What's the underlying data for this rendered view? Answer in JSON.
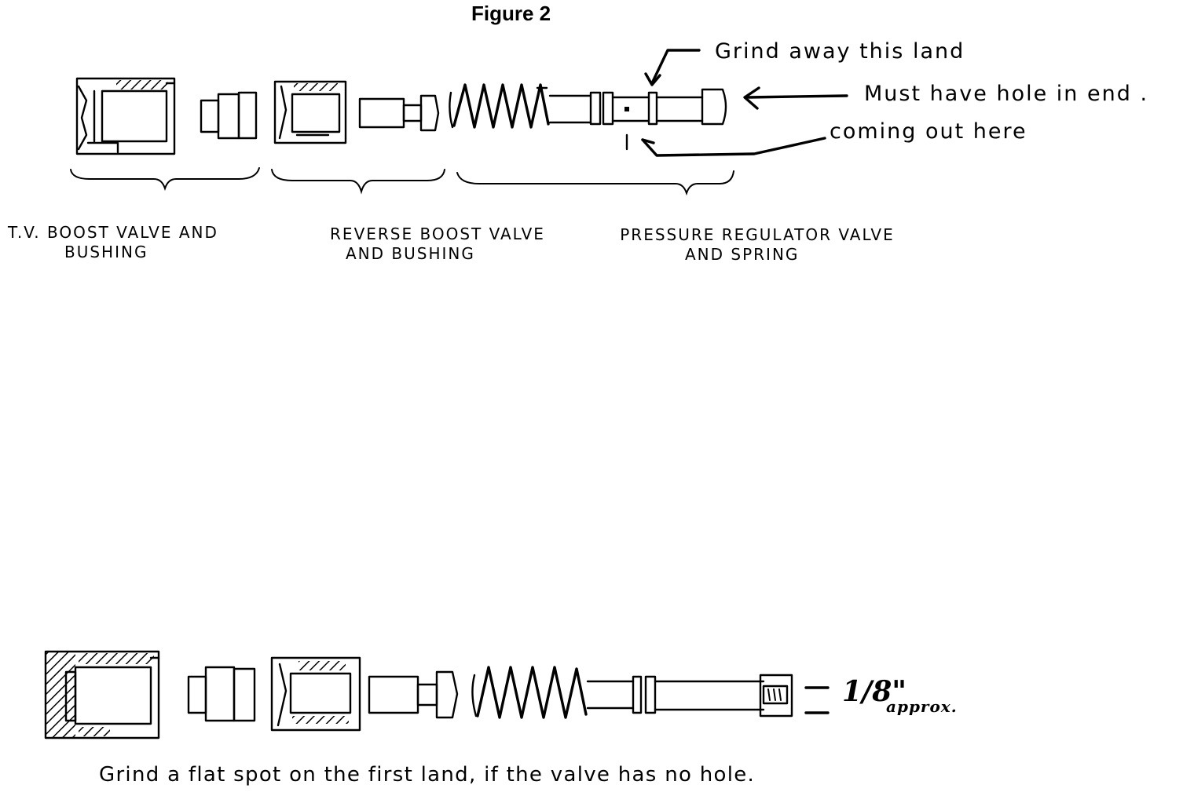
{
  "title": "Figure 2",
  "callouts": {
    "grind_land": "Grind away this land",
    "hole_line1": "Must have hole in end .",
    "hole_line2": "coming out here"
  },
  "group_labels": {
    "tv_boost": [
      "T.V. BOOST VALVE AND",
      "BUSHING"
    ],
    "reverse_boost": [
      "REVERSE BOOST VALVE",
      "AND BUSHING"
    ],
    "pressure_regulator": [
      "PRESSURE REGULATOR VALVE",
      "AND SPRING"
    ]
  },
  "measurement": {
    "fraction": "1/8\"",
    "approx": "approx."
  },
  "caption": "Grind a flat spot on the first land, if the valve has no hole."
}
